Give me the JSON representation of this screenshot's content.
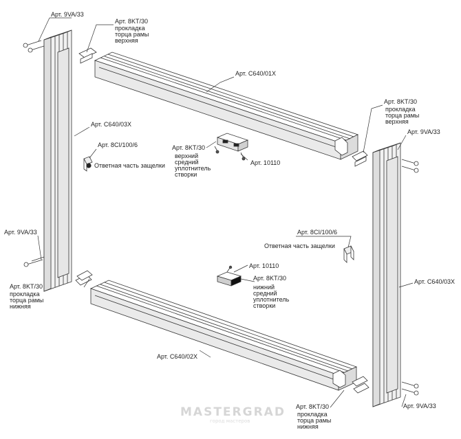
{
  "labels": {
    "art_9va_top_left": "Арт. 9VA/33",
    "art_8kt_top": "Арт. 8KT/30",
    "gasket_top_1": "прокладка",
    "gasket_top_2": "торца рамы",
    "gasket_top_3": "верхняя",
    "art_c640_01x": "Арт. C640/01X",
    "art_c640_03x_left": "Арт. C640/03X",
    "art_8ci_left": "Арт. 8CI/100/6",
    "strike_left": "Ответная часть защелки",
    "art_8kt_mid_upper": "Арт. 8KT/30",
    "seal_upper_1": "верхний",
    "seal_upper_2": "средний",
    "seal_upper_3": "уплотнитель",
    "seal_upper_4": "створки",
    "art_10110_upper": "Арт. 10110",
    "art_8kt_right_top": "Арт. 8KT/30",
    "gasket_right_top_1": "прокладка",
    "gasket_right_top_2": "торца рамы",
    "gasket_right_top_3": "верхняя",
    "art_9va_right_top": "Арт. 9VA/33",
    "art_9va_left_bottom": "Арт. 9VA/33",
    "art_8ci_right": "Арт. 8CI/100/6",
    "strike_right": "Ответная часть защелки",
    "art_10110_lower": "Арт. 10110",
    "art_8kt_mid_lower": "Арт. 8KT/30",
    "seal_lower_1": "нижний",
    "seal_lower_2": "средний",
    "seal_lower_3": "уплотнитель",
    "seal_lower_4": "створки",
    "art_c640_03x_right": "Арт. C640/03X",
    "art_8kt_left_bottom": "Арт. 8KT/30",
    "gasket_lb_1": "прокладка",
    "gasket_lb_2": "торца рамы",
    "gasket_lb_3": "нижняя",
    "art_c640_02x": "Арт. C640/02X",
    "art_8kt_bottom_right": "Арт. 8KT/30",
    "gasket_br_1": "прокладка",
    "gasket_br_2": "торца рамы",
    "gasket_br_3": "нижняя",
    "art_9va_bottom_right": "Арт. 9VA/33"
  },
  "watermark": {
    "main": "MASTERGRAD",
    "sub": "город мастеров"
  }
}
